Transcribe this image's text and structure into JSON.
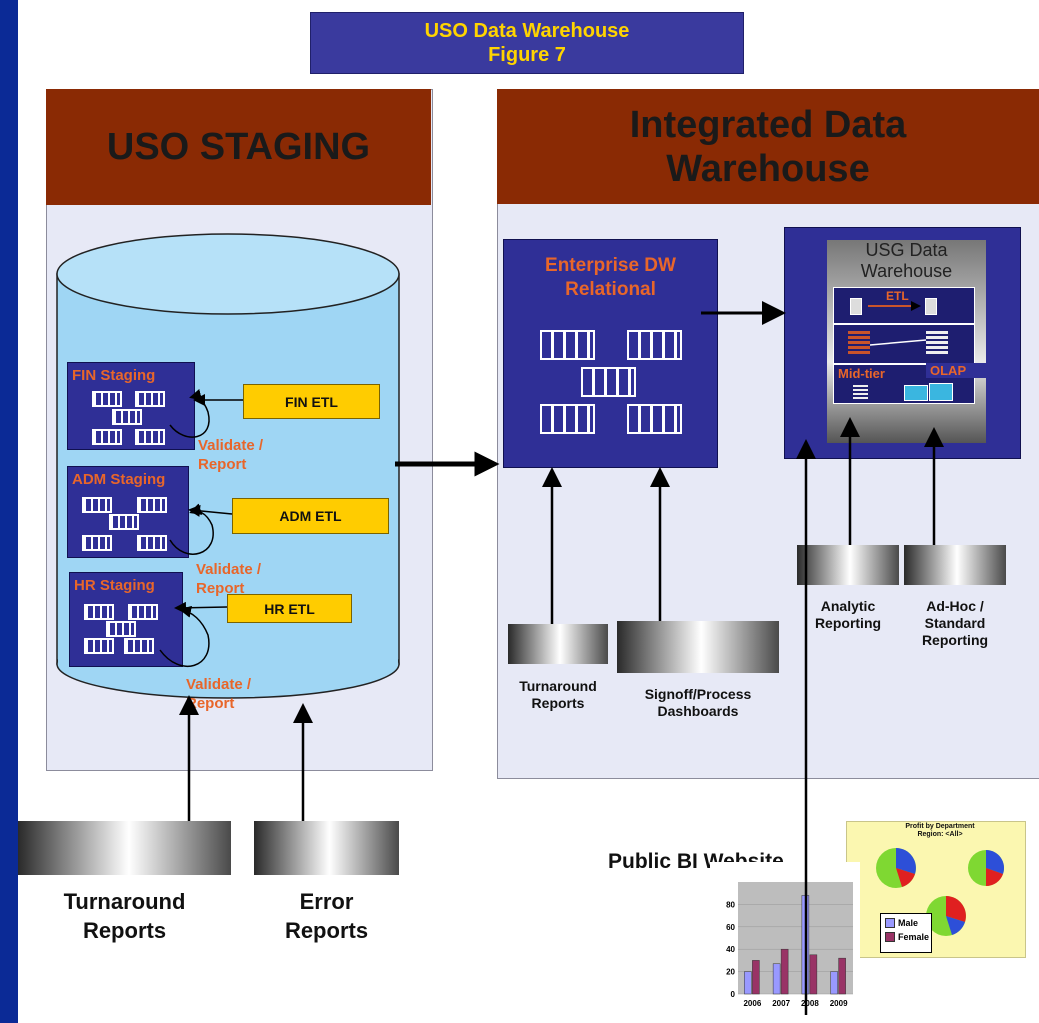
{
  "title": {
    "line1": "USO Data Warehouse",
    "line2": "Figure 7"
  },
  "staging": {
    "heading": "USO STAGING",
    "areas": [
      {
        "name": "FIN Staging",
        "etl": "FIN ETL",
        "note": "Validate / Report"
      },
      {
        "name": "ADM Staging",
        "etl": "ADM ETL",
        "note": "Validate / Report"
      },
      {
        "name": "HR Staging",
        "etl": "HR ETL",
        "note": "Validate / Report"
      }
    ]
  },
  "warehouse": {
    "heading_line1": "Integrated Data",
    "heading_line2": "Warehouse",
    "enterprise": {
      "line1": "Enterprise DW",
      "line2": "Relational"
    },
    "usg": {
      "line1": "USG Data",
      "line2": "Warehouse",
      "etl": "ETL",
      "midtier": "Mid-tier",
      "olap": "OLAP"
    }
  },
  "reports": {
    "turnaround_bottom": {
      "line1": "Turnaround",
      "line2": "Reports"
    },
    "error_bottom": {
      "line1": "Error",
      "line2": "Reports"
    },
    "turnaround_dw": {
      "line1": "Turnaround",
      "line2": "Reports"
    },
    "signoff": {
      "line1": "Signoff/Process",
      "line2": "Dashboards"
    },
    "analytic": {
      "line1": "Analytic",
      "line2": "Reporting"
    },
    "adhoc": {
      "line1": "Ad-Hoc /",
      "line2": "Standard",
      "line3": "Reporting"
    }
  },
  "public_bi": {
    "label": "Public BI Website"
  },
  "mini_bar": {
    "years": [
      "2006",
      "2007",
      "2008",
      "2009"
    ],
    "yticks": [
      "0",
      "20",
      "40",
      "60",
      "80"
    ],
    "legend": [
      "Male",
      "Female"
    ],
    "male": [
      20,
      27,
      88,
      20
    ],
    "female": [
      30,
      40,
      35,
      32
    ]
  },
  "mini_pie": {
    "title_line1": "Profit by Department",
    "title_line2": "Region: <All>"
  },
  "colors": {
    "background": "#0b2a96",
    "header": "#8a2a04",
    "box": "#2f2f96",
    "etl": "#ffcc00",
    "accent": "#e8662a",
    "title_text": "#ffd400"
  }
}
